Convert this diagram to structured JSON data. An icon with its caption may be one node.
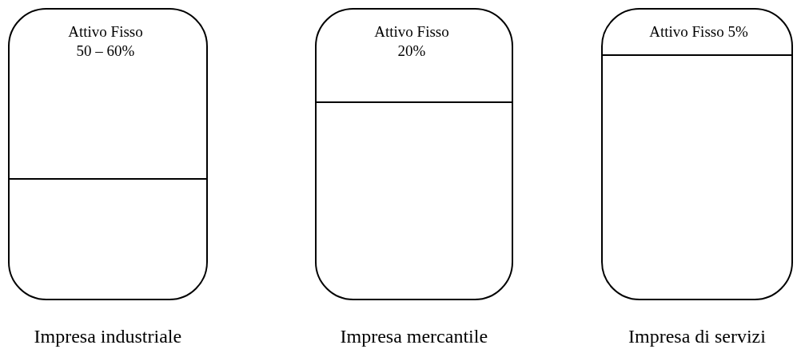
{
  "diagram": {
    "nodes": [
      {
        "text": [
          "Attivo Fisso 50 – 60%"
        ],
        "beside": [
          "Impresa industriale"
        ]
      },
      {
        "text": [
          "Attivo Fisso 20%"
        ],
        "beside": [
          "Impresa mercantile"
        ]
      },
      {
        "text": [
          "Attivo Fisso 5%"
        ],
        "beside": [
          "Impresa di servizi"
        ]
      }
    ]
  }
}
